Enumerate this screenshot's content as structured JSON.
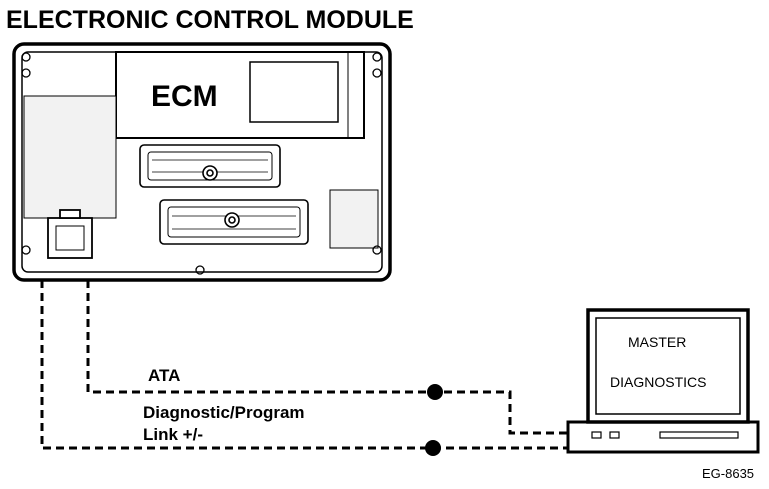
{
  "title": "ELECTRONIC CONTROL MODULE",
  "module": {
    "label": "ECM"
  },
  "computer": {
    "line1": "MASTER",
    "line2": "DIAGNOSTICS"
  },
  "link": {
    "label_top": "ATA",
    "label_line1": "Diagnostic/Program",
    "label_line2": "Link +/-"
  },
  "figure_id": "EG-8635"
}
